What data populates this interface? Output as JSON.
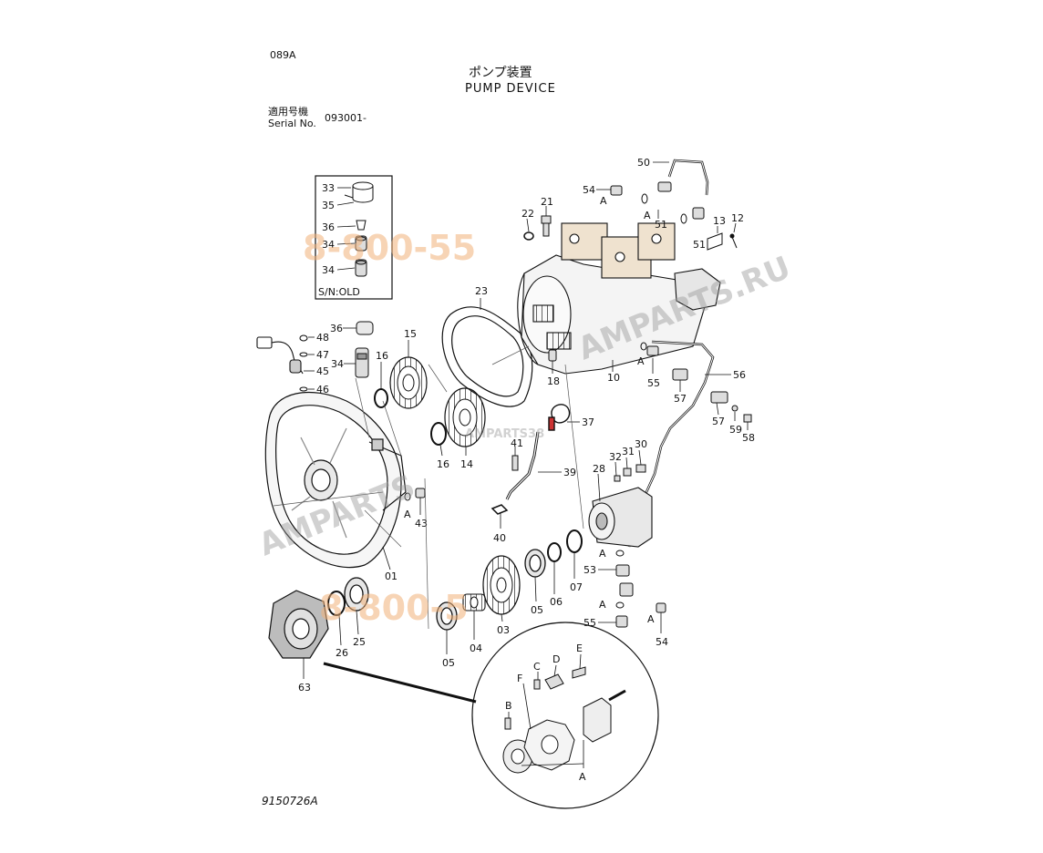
{
  "header": {
    "page_code": "089A",
    "title_jp": "ポンプ装置",
    "title_en": "PUMP DEVICE",
    "serial_label_jp": "適用号機",
    "serial_label_en": "Serial No.",
    "serial_value": "093001-"
  },
  "inset": {
    "caption": "S/N:OLD"
  },
  "footer": {
    "drawing_number": "9150726A"
  },
  "watermarks": {
    "phone_top": "8-800-55",
    "phone_bottom": "8-800-5",
    "site": "AMPARTS.RU",
    "site_lower": "AMPARTS",
    "brand_box": "AMPARTS38"
  },
  "callouts": {
    "c33": "33",
    "c35": "35",
    "c36a": "36",
    "c34a": "34",
    "c34b": "34",
    "c36b": "36",
    "c48": "48",
    "c47": "47",
    "c45": "45",
    "c46": "46",
    "c34c": "34",
    "c16a": "16",
    "c15": "15",
    "c23": "23",
    "c22": "22",
    "c21": "21",
    "c54a": "54",
    "cA1": "A",
    "cA2": "A",
    "c51a": "51",
    "c51b": "51",
    "c50": "50",
    "c13": "13",
    "c12": "12",
    "c18": "18",
    "c10": "10",
    "cA3": "A",
    "c55a": "55",
    "c56": "56",
    "c57a": "57",
    "c57b": "57",
    "c59": "59",
    "c58": "58",
    "c37": "37",
    "c41": "41",
    "c16b": "16",
    "c14": "14",
    "c39": "39",
    "cA4": "A",
    "c43": "43",
    "c40": "40",
    "c32": "32",
    "c31": "31",
    "c30": "30",
    "c28": "28",
    "c01": "01",
    "cA5": "A",
    "c53": "53",
    "c07": "07",
    "c06": "06",
    "c05a": "05",
    "c03": "03",
    "c04": "04",
    "c05b": "05",
    "cA6": "A",
    "c55b": "55",
    "cA7": "A",
    "c54b": "54",
    "c26": "26",
    "c25": "25",
    "c63": "63",
    "cB": "B",
    "cC": "C",
    "cD": "D",
    "cE": "E",
    "cF": "F",
    "cA8": "A"
  }
}
